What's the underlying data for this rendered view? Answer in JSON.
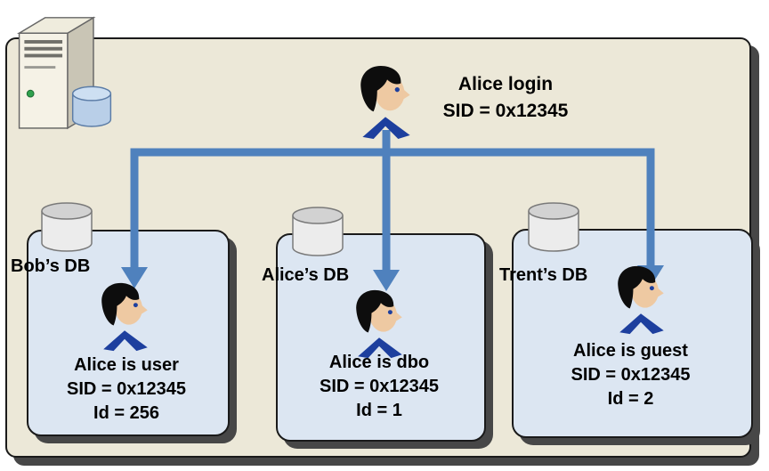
{
  "diagram": {
    "type": "sql-server-login-to-database-user-mapping",
    "colors": {
      "server_box_fill": "#ece8d8",
      "db_box_fill": "#dce6f2",
      "box_border": "#1a1a1a",
      "shadow": "#474747",
      "arrow": "#4f81bd",
      "text": "#000000",
      "collar_blue": "#1d3f9e",
      "cylinder_gray": "#d2d2d2",
      "server_cylinder_blue": "#b9cfe8"
    },
    "icons": {
      "server": "server-tower-with-database-icon",
      "login_person": "person-head-icon",
      "database": "database-cylinder-icon",
      "db_person": "person-head-icon"
    },
    "login": {
      "line1": "Alice login",
      "line2": "SID = 0x12345"
    },
    "databases": [
      {
        "label": "Bob’s DB",
        "lines": [
          "Alice is user",
          "SID = 0x12345",
          "Id = 256"
        ]
      },
      {
        "label": "Alice’s DB",
        "lines": [
          "Alice is dbo",
          "SID = 0x12345",
          "Id = 1"
        ]
      },
      {
        "label": "Trent’s DB",
        "lines": [
          "Alice is guest",
          "SID = 0x12345",
          "Id = 2"
        ]
      }
    ]
  }
}
